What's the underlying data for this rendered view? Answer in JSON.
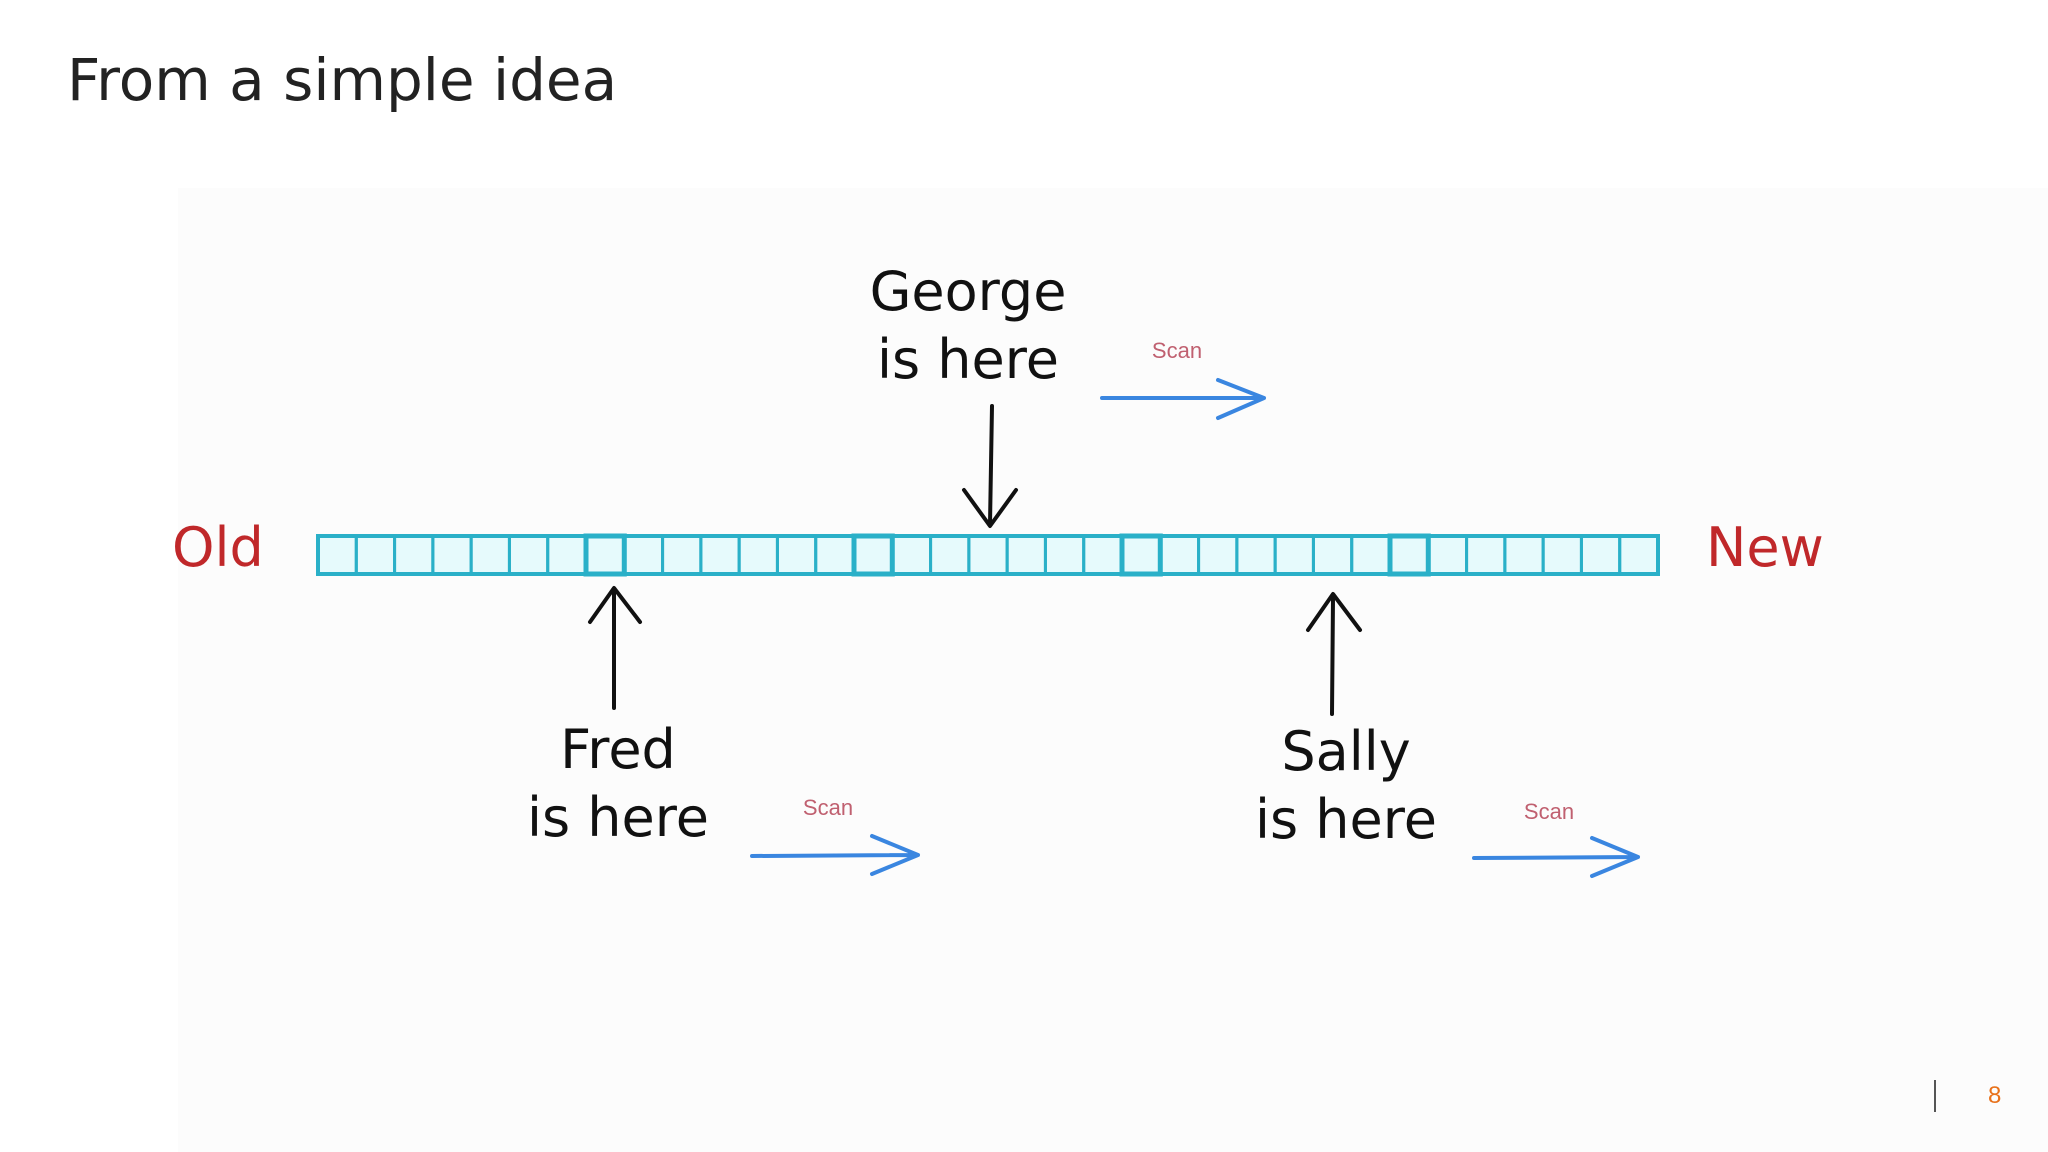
{
  "slide": {
    "title": "From a simple idea",
    "page_number": "8"
  },
  "diagram": {
    "left_label": "Old",
    "right_label": "New",
    "label_color": "#c0282a",
    "cell_fill": "#e6fafc",
    "cell_stroke": "#2ab0c8",
    "arrow_color": "#3a86e0",
    "scan_color": "#c06070",
    "segments": 5,
    "cells_per_segment": 7,
    "readers": [
      {
        "name_line": "George",
        "here_line": "is here",
        "scan_label": "Scan"
      },
      {
        "name_line": "Fred",
        "here_line": "is here",
        "scan_label": "Scan"
      },
      {
        "name_line": "Sally",
        "here_line": "is here",
        "scan_label": "Scan"
      }
    ]
  }
}
